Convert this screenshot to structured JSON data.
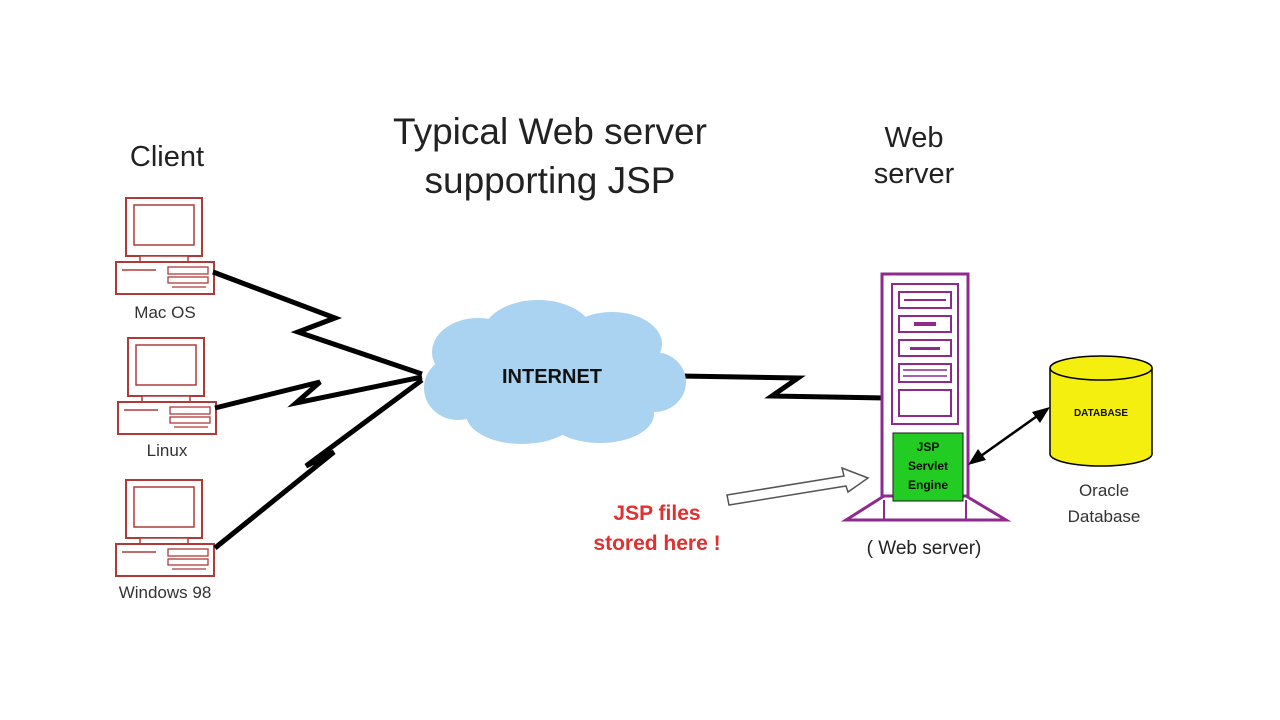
{
  "title": {
    "line1": "Typical Web server",
    "line2": "supporting JSP"
  },
  "client_heading": "Client",
  "clients": [
    {
      "label": "Mac OS",
      "icon": "computer-icon"
    },
    {
      "label": "Linux",
      "icon": "computer-icon"
    },
    {
      "label": "Windows 98",
      "icon": "computer-icon"
    }
  ],
  "cloud": {
    "label": "INTERNET",
    "icon": "cloud-icon"
  },
  "web_server_heading": {
    "line1": "Web",
    "line2": "server"
  },
  "server": {
    "icon": "server-tower-icon",
    "engine_lines": [
      "JSP",
      "Servlet",
      "Engine"
    ],
    "caption": "( Web server)"
  },
  "database": {
    "label": "DATABASE",
    "icon": "database-cylinder-icon",
    "caption_line1": "Oracle",
    "caption_line2": "Database"
  },
  "note": {
    "line1": "JSP files",
    "line2": "stored here !",
    "icon": "arrow-right-icon"
  },
  "colors": {
    "computer": "#b03a3a",
    "cloud": "#a9d3f0",
    "server": "#8e2a8e",
    "engine": "#22cc22",
    "database": "#f5ef10",
    "note": "#e03030"
  }
}
